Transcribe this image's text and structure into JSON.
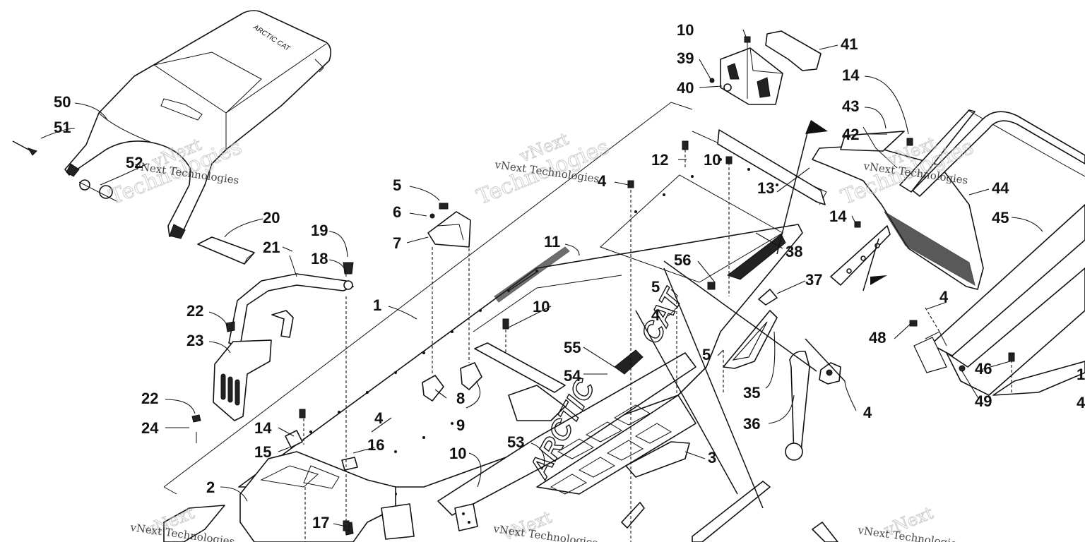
{
  "callouts": [
    {
      "id": "1",
      "text": "1"
    },
    {
      "id": "2",
      "text": "2"
    },
    {
      "id": "3",
      "text": "3"
    },
    {
      "id": "4a",
      "text": "4"
    },
    {
      "id": "4b",
      "text": "4"
    },
    {
      "id": "4c",
      "text": "4"
    },
    {
      "id": "4d",
      "text": "4"
    },
    {
      "id": "4e",
      "text": "4"
    },
    {
      "id": "5a",
      "text": "5"
    },
    {
      "id": "5b",
      "text": "5"
    },
    {
      "id": "5c",
      "text": "5"
    },
    {
      "id": "6",
      "text": "6"
    },
    {
      "id": "7",
      "text": "7"
    },
    {
      "id": "8",
      "text": "8"
    },
    {
      "id": "9",
      "text": "9"
    },
    {
      "id": "10a",
      "text": "10"
    },
    {
      "id": "10b",
      "text": "10"
    },
    {
      "id": "10c",
      "text": "10"
    },
    {
      "id": "10d",
      "text": "10"
    },
    {
      "id": "11",
      "text": "11"
    },
    {
      "id": "12",
      "text": "12"
    },
    {
      "id": "13",
      "text": "13"
    },
    {
      "id": "14a",
      "text": "14"
    },
    {
      "id": "14b",
      "text": "14"
    },
    {
      "id": "14c",
      "text": "14"
    },
    {
      "id": "15",
      "text": "15"
    },
    {
      "id": "16",
      "text": "16"
    },
    {
      "id": "17",
      "text": "17"
    },
    {
      "id": "18",
      "text": "18"
    },
    {
      "id": "19",
      "text": "19"
    },
    {
      "id": "20",
      "text": "20"
    },
    {
      "id": "21",
      "text": "21"
    },
    {
      "id": "22a",
      "text": "22"
    },
    {
      "id": "22b",
      "text": "22"
    },
    {
      "id": "23",
      "text": "23"
    },
    {
      "id": "24",
      "text": "24"
    },
    {
      "id": "35",
      "text": "35"
    },
    {
      "id": "36",
      "text": "36"
    },
    {
      "id": "37",
      "text": "37"
    },
    {
      "id": "38",
      "text": "38"
    },
    {
      "id": "39",
      "text": "39"
    },
    {
      "id": "40",
      "text": "40"
    },
    {
      "id": "41",
      "text": "41"
    },
    {
      "id": "42",
      "text": "42"
    },
    {
      "id": "43",
      "text": "43"
    },
    {
      "id": "44",
      "text": "44"
    },
    {
      "id": "45",
      "text": "45"
    },
    {
      "id": "46",
      "text": "46"
    },
    {
      "id": "48",
      "text": "48"
    },
    {
      "id": "49",
      "text": "49"
    },
    {
      "id": "50",
      "text": "50"
    },
    {
      "id": "51",
      "text": "51"
    },
    {
      "id": "52",
      "text": "52"
    },
    {
      "id": "53",
      "text": "53"
    },
    {
      "id": "54",
      "text": "54"
    },
    {
      "id": "55",
      "text": "55"
    },
    {
      "id": "56",
      "text": "56"
    },
    {
      "id": "edge1",
      "text": "1"
    },
    {
      "id": "edge4",
      "text": "4"
    }
  ],
  "watermarks": [
    {
      "id": "wm1a",
      "text": "vNext"
    },
    {
      "id": "wm1b",
      "text": "Technologies"
    },
    {
      "id": "wm1c",
      "text": "vNext Technologies"
    },
    {
      "id": "wm2a",
      "text": "vNext"
    },
    {
      "id": "wm2b",
      "text": "Technologies"
    },
    {
      "id": "wm2c",
      "text": "vNext Technologies"
    },
    {
      "id": "wm3a",
      "text": "vNext"
    },
    {
      "id": "wm3b",
      "text": "Technologies"
    },
    {
      "id": "wm3c",
      "text": "vNext Technologies"
    },
    {
      "id": "wm4a",
      "text": "vNext"
    },
    {
      "id": "wm4c",
      "text": "vNext Technologies"
    },
    {
      "id": "wm5a",
      "text": "vNext"
    },
    {
      "id": "wm5c",
      "text": "vNext Technologies"
    },
    {
      "id": "wm6a",
      "text": "vNext"
    },
    {
      "id": "wm6c",
      "text": "vNext Technologies"
    }
  ],
  "decals": {
    "tunnel_brand": "ARCTIC",
    "tunnel_model": "CAT",
    "seat_brand": "ARCTIC CAT"
  },
  "colors": {
    "line": "#111111",
    "background": "#ffffff",
    "watermark": "#bdbdbd"
  }
}
